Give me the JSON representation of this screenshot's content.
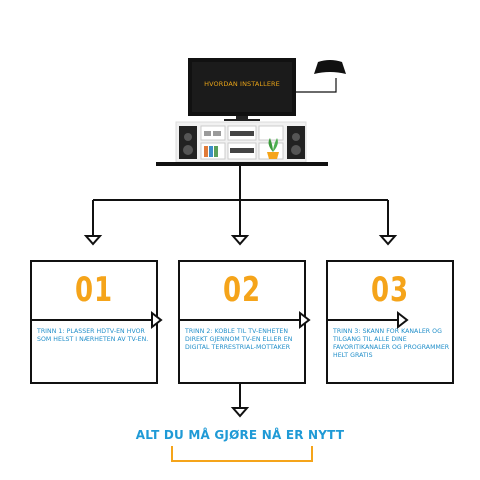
{
  "tv": {
    "screen_text": "HVORDAN INSTALLERE"
  },
  "steps": [
    {
      "number": "01",
      "text": "TRINN 1: PLASSER HDTV-EN HVOR SOM HELST I NÆRHETEN AV TV-EN."
    },
    {
      "number": "02",
      "text": "TRINN 2: KOBLE TIL TV-ENHETEN DIREKT GJENNOM TV-EN ELLER EN DIGITAL TERRESTRIAL-MOTTAKER"
    },
    {
      "number": "03",
      "text": "TRINN 3: SKANN FOR KANALER OG TILGANG TIL ALLE DINE FAVORITIKANALER OG PROGRAMMER HELT GRATIS"
    }
  ],
  "footer": {
    "tagline": "ALT DU MÅ GJØRE NÅ ER NYTT"
  },
  "colors": {
    "accent_orange": "#f5a41a",
    "text_blue": "#1f8ec9",
    "line": "#111111"
  }
}
